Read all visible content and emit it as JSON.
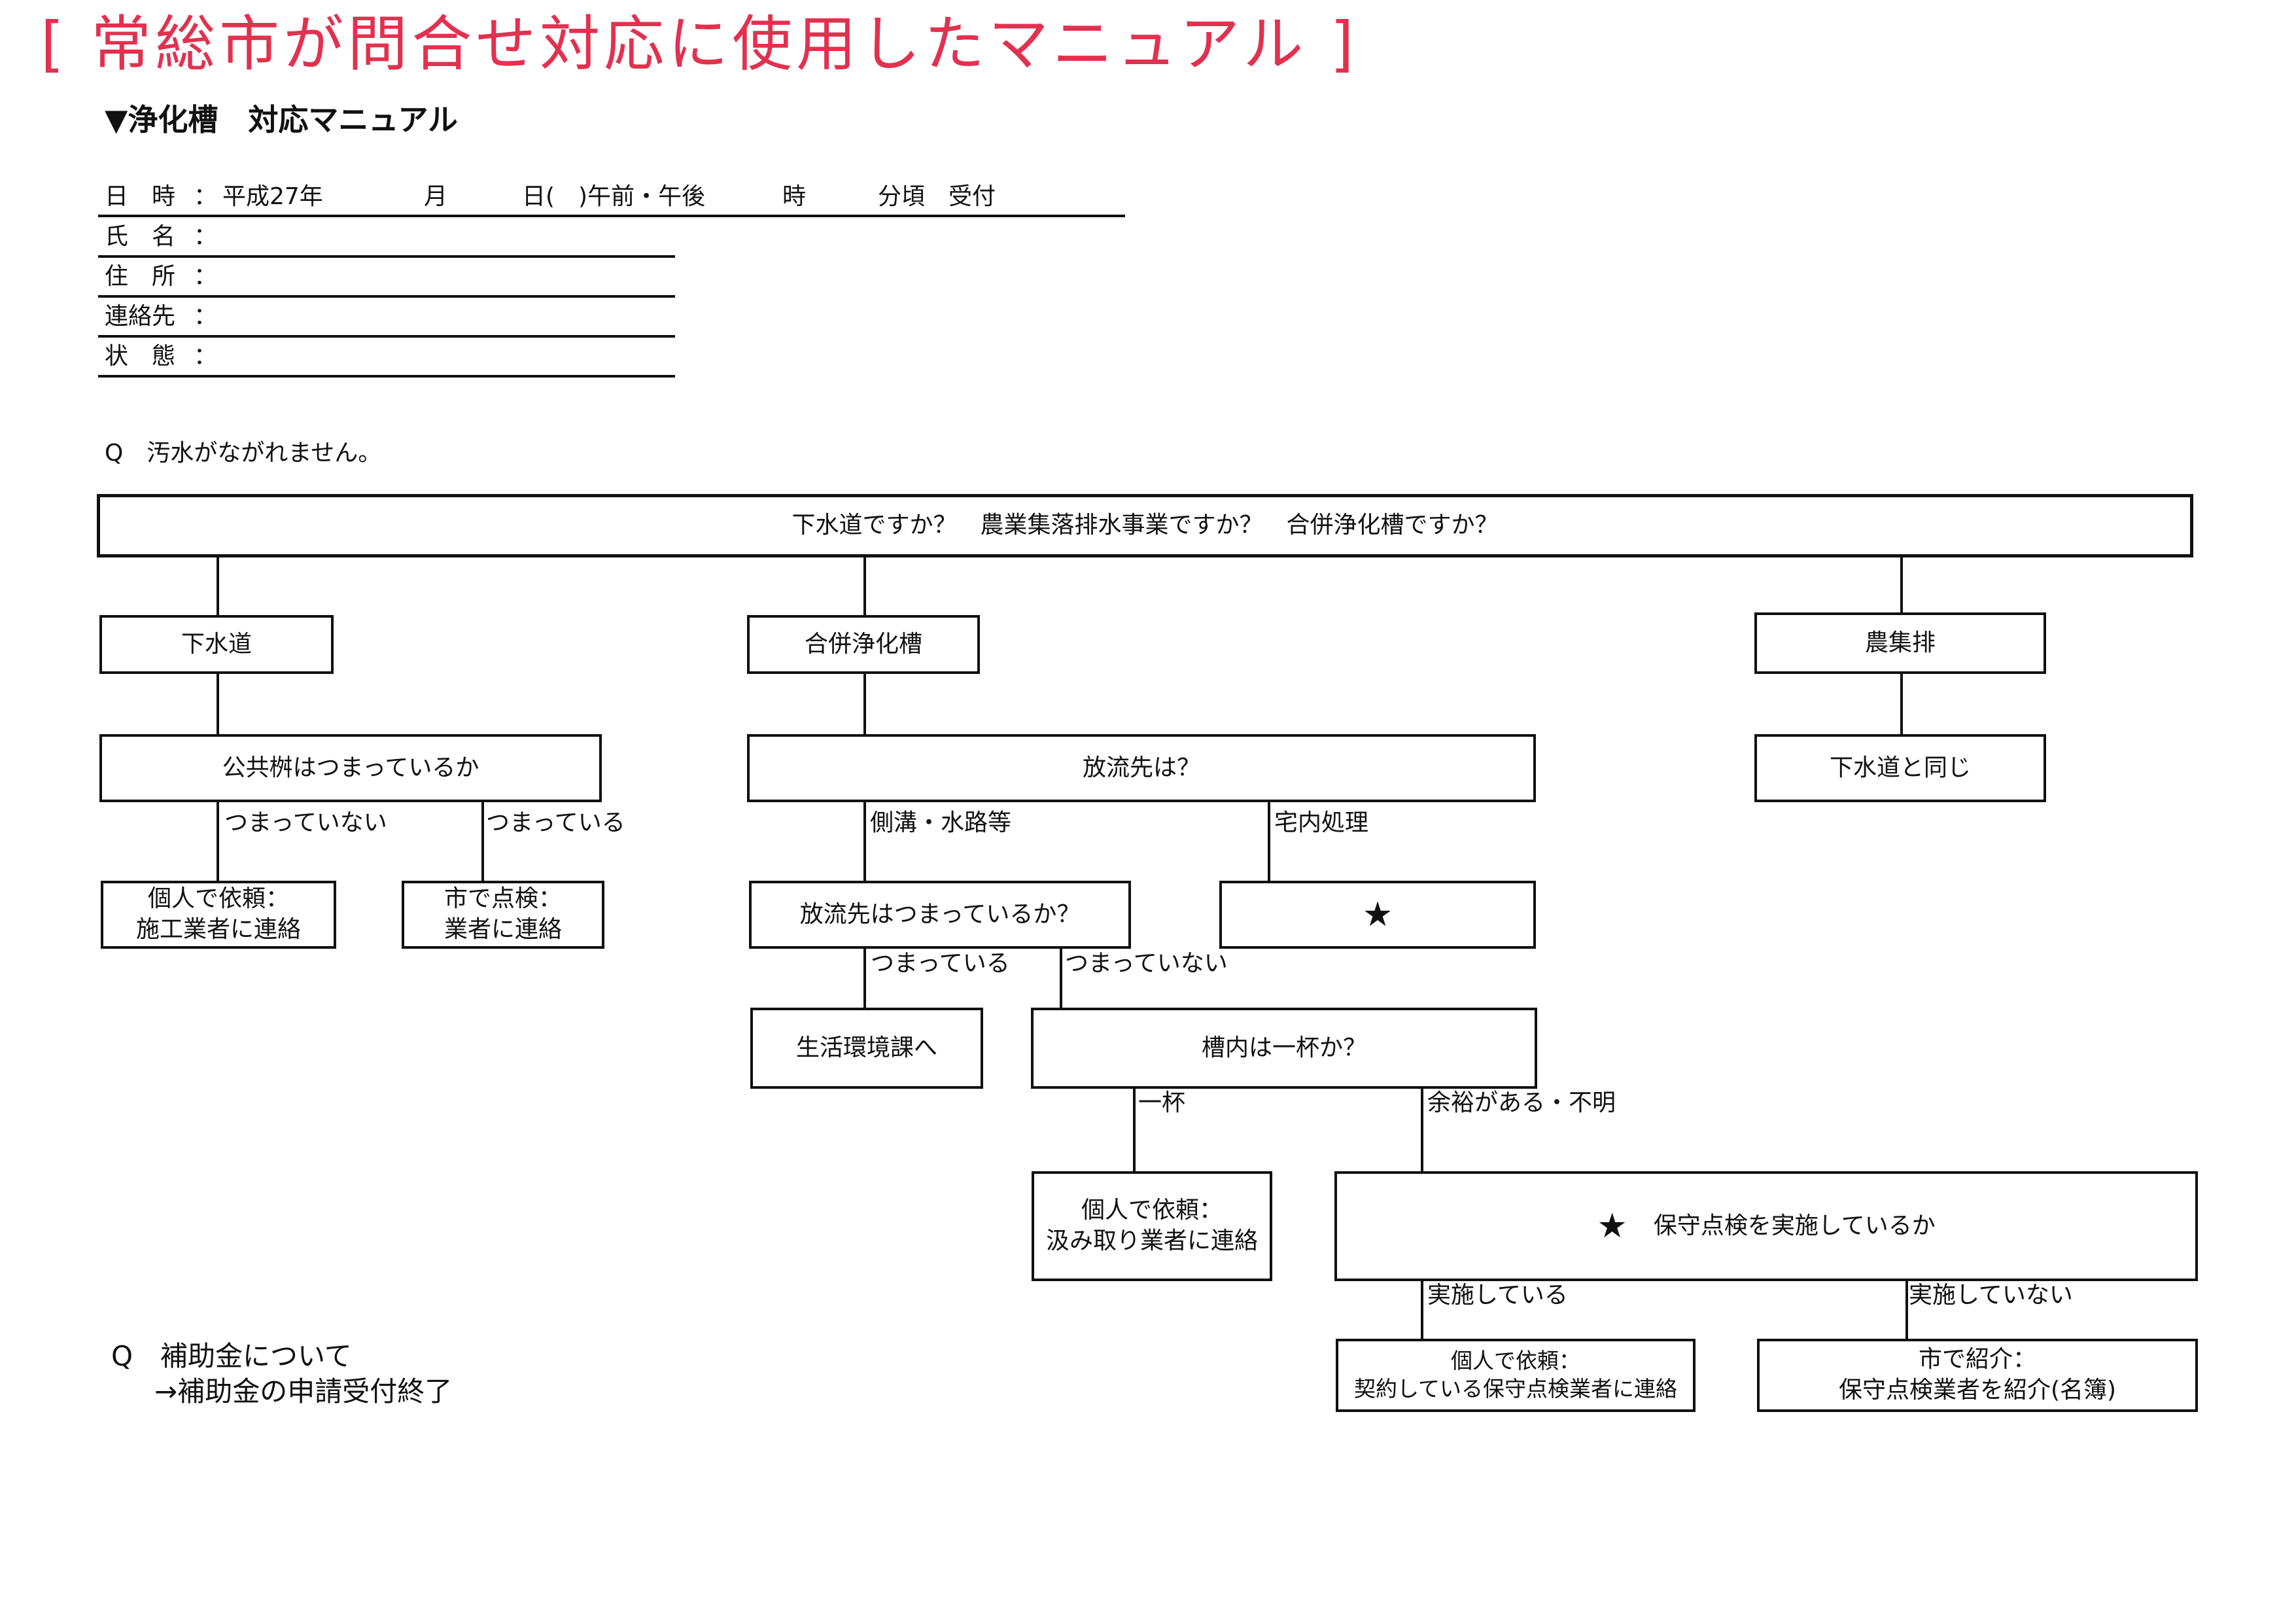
{
  "title": "[ 常総市が問合せ対応に使用したマニュアル ]",
  "subtitle": "▼浄化槽　対応マニュアル",
  "form": {
    "date_label": "日　時",
    "date_colon": "：",
    "date_era": "平成27年",
    "date_month": "月",
    "date_day": "日(　)午前・午後",
    "date_hour": "時",
    "date_minute": "分頃　受付",
    "name_label": "氏　名",
    "name_colon": "：",
    "address_label": "住　所",
    "address_colon": "：",
    "contact_label": "連絡先",
    "contact_colon": "：",
    "status_label": "状　態",
    "status_colon": "："
  },
  "question1": "Q　汚水がながれません。",
  "flow": {
    "root": "下水道ですか？　農業集落排水事業ですか？　合併浄化槽ですか？",
    "sewer": "下水道",
    "septic": "合併浄化槽",
    "agri": "農集排",
    "sewer_q": "公共桝はつまっているか",
    "sewer_not_clogged": "つまっていない",
    "sewer_clogged": "つまっている",
    "sewer_a1_l1": "個人で依頼：",
    "sewer_a1_l2": "施工業者に連絡",
    "sewer_a2_l1": "市で点検：",
    "sewer_a2_l2": "業者に連絡",
    "agri_a": "下水道と同じ",
    "discharge_q": "放流先は？",
    "discharge_ditch": "側溝・水路等",
    "discharge_home": "宅内処理",
    "star": "★",
    "discharge_clog_q": "放流先はつまっているか？",
    "dc_clogged": "つまっている",
    "dc_not_clogged": "つまっていない",
    "env_division": "生活環境課へ",
    "tank_full_q": "槽内は一杯か？",
    "tank_full": "一杯",
    "tank_room": "余裕がある・不明",
    "pump_l1": "個人で依頼：",
    "pump_l2": "汲み取り業者に連絡",
    "maint_star": "★",
    "maint_q": "保守点検を実施しているか",
    "maint_yes": "実施している",
    "maint_no": "実施していない",
    "maint_yes_l1": "個人で依頼：",
    "maint_yes_l2": "契約している保守点検業者に連絡",
    "maint_no_l1": "市で紹介：",
    "maint_no_l2": "保守点検業者を紹介(名簿)"
  },
  "question2": {
    "line1": "Q　補助金について",
    "line2": "→補助金の申請受付終了"
  }
}
